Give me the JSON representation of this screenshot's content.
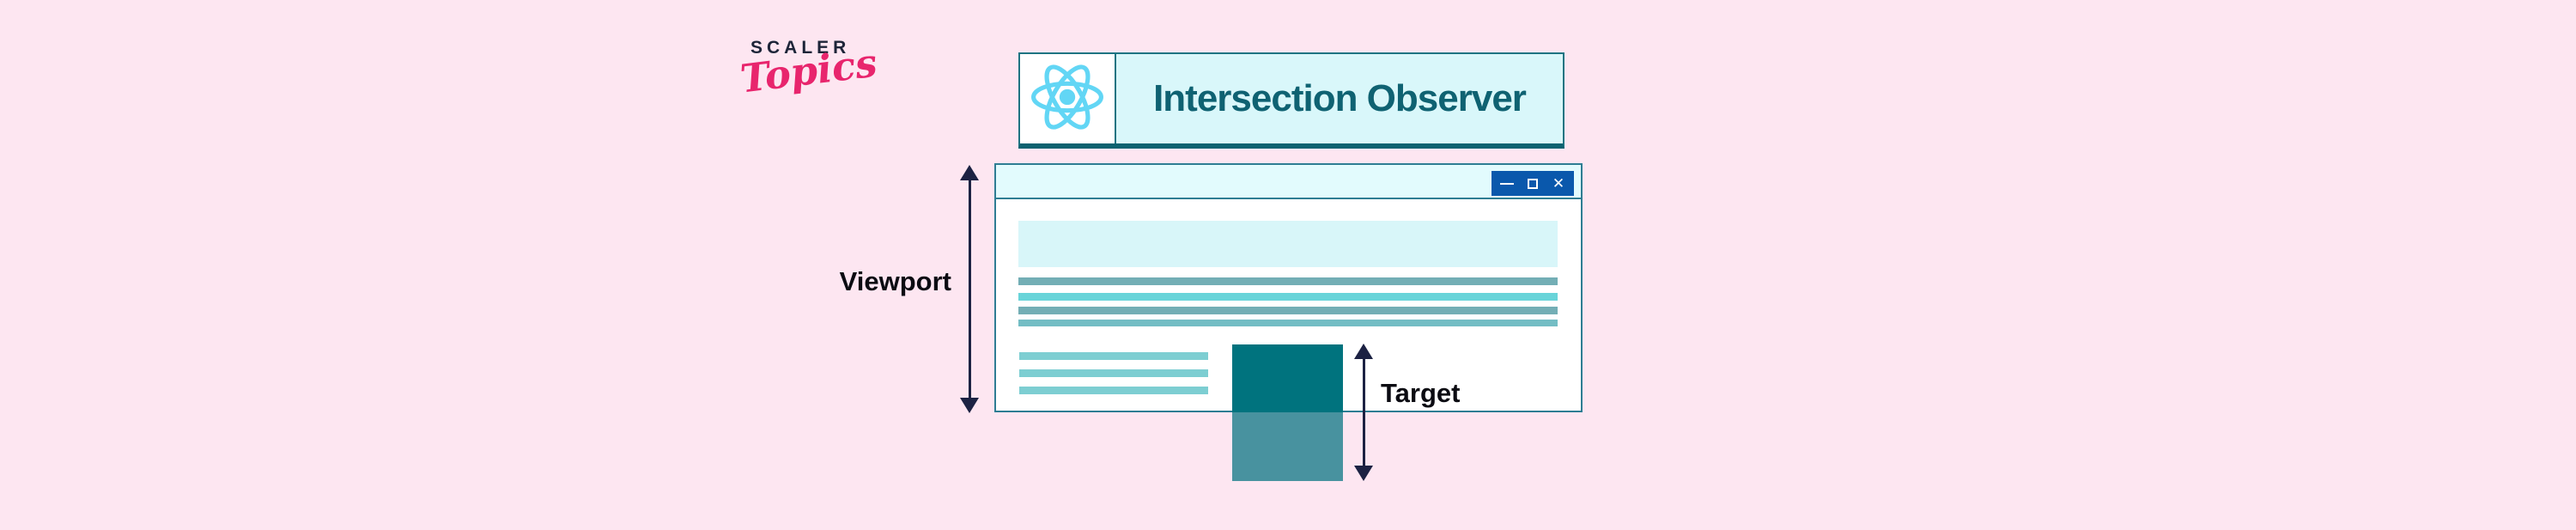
{
  "colors": {
    "background": "#fde6f1",
    "brand_navy": "#1d2438",
    "brand_pink": "#e8256d",
    "teal_border": "#1e7482",
    "teal_border_dark": "#0c6270",
    "header_bg": "#d9f7fa",
    "header_text": "#0f6272",
    "react_blue": "#62d6f5",
    "window_border": "#2e7d93",
    "titlebar_bg": "#e2fbfd",
    "controls_bg": "#0a58ac",
    "banner_fill": "#d8f6f9",
    "stripe_muted": "#73aeb5",
    "stripe_bright": "#68d4d9",
    "stripe_mid": "#73bdc4",
    "stripe_light": "#7dced2",
    "target_visible_part": "#00737e",
    "target_hidden_part": "#48929f",
    "arrow": "#1c2243",
    "label_text": "#0b0b12"
  },
  "brand": {
    "line1": "SCALER",
    "line2": "Topics"
  },
  "header": {
    "title": "Intersection Observer",
    "logo": "react-logo"
  },
  "window": {
    "controls": {
      "close": "✕"
    },
    "skeleton": {
      "banner_blocks": 1,
      "full_width_stripes": 4,
      "short_stripes": 3
    }
  },
  "annotations": {
    "viewport_label": "Viewport",
    "target_label": "Target"
  }
}
